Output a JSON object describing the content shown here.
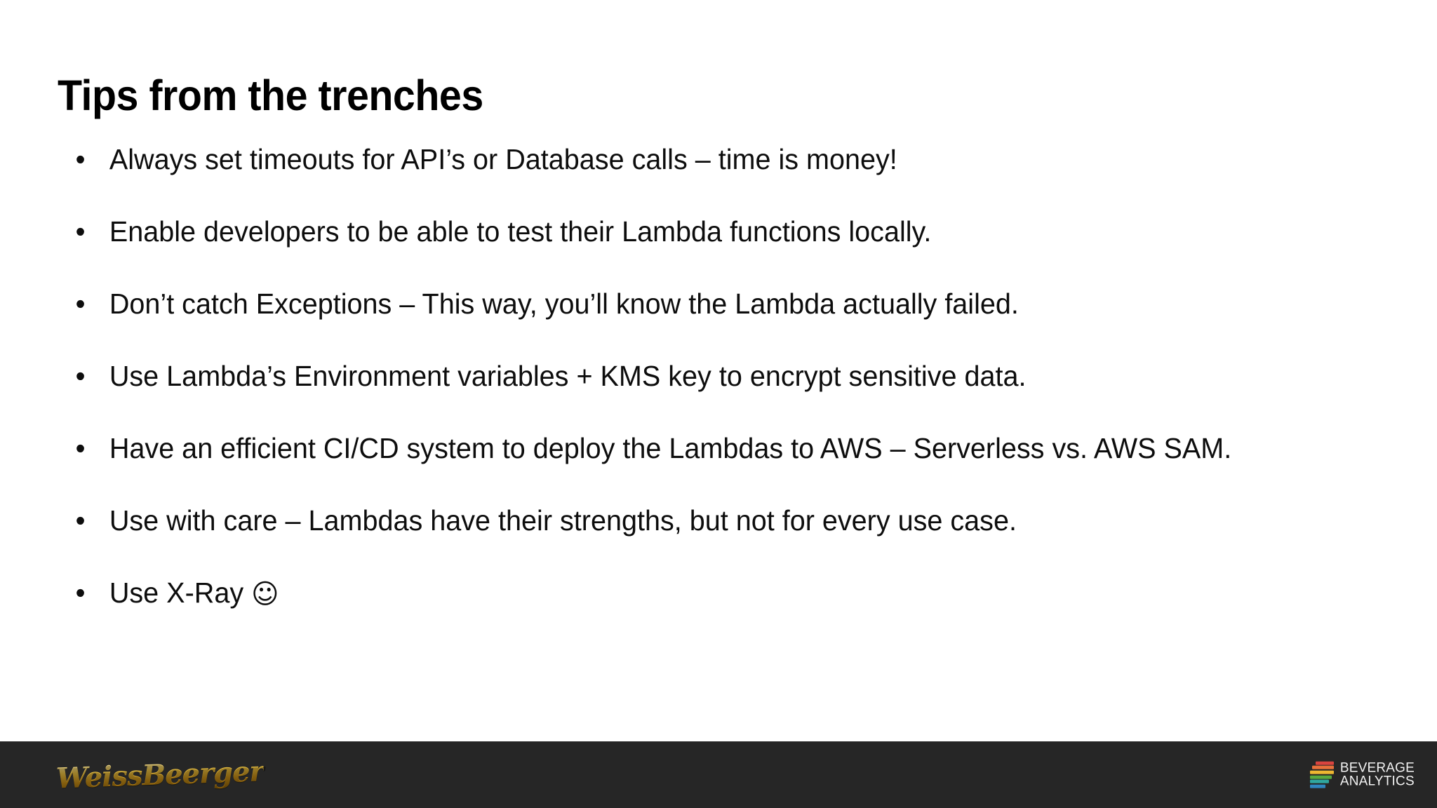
{
  "slide": {
    "title": "Tips from the trenches",
    "background_color": "#ffffff",
    "text_color": "#0d0d0d",
    "bullet_marker": "•",
    "bullets": [
      {
        "text": "Always set timeouts for API’s or Database calls – time is money!"
      },
      {
        "text": "Enable developers to be able to test their Lambda functions locally."
      },
      {
        "text": "Don’t catch Exceptions – This way, you’ll know the Lambda actually failed."
      },
      {
        "text": "Use Lambda’s Environment variables + KMS key to encrypt sensitive data."
      },
      {
        "text": "Have an efficient CI/CD system to deploy the Lambdas to AWS – Serverless vs. AWS SAM."
      },
      {
        "text": "Use with care – Lambdas have their strengths, but not for every use case."
      },
      {
        "text": "Use X-Ray ",
        "suffix_symbol": "☺"
      }
    ]
  },
  "footer": {
    "background_color": "#262626",
    "brand_logo": "WeissBeerger",
    "brand_logo_color": "#f2c744",
    "product_logo": {
      "line1": "BEVERAGE",
      "line2": "ANALYTICS",
      "mark_colors": [
        "#d9443f",
        "#e9703b",
        "#edb731",
        "#57a93f",
        "#2fa8a0",
        "#2f86c0"
      ]
    }
  }
}
